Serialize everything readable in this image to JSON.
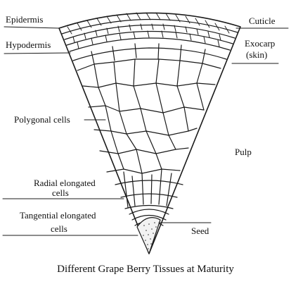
{
  "labels": {
    "epidermis": "Epidermis",
    "hypodermis": "Hypodermis",
    "polygonal": "Polygonal cells",
    "radial_line1": "Radial elongated",
    "radial_line2": "cells",
    "tangential_line1": "Tangential elongated",
    "tangential_line2": "cells",
    "cuticle": "Cuticle",
    "exocarp_line1": "Exocarp",
    "exocarp_line2": "(skin)",
    "pulp": "Pulp",
    "seed": "Seed"
  },
  "caption": "Different Grape Berry Tissues at Maturity"
}
